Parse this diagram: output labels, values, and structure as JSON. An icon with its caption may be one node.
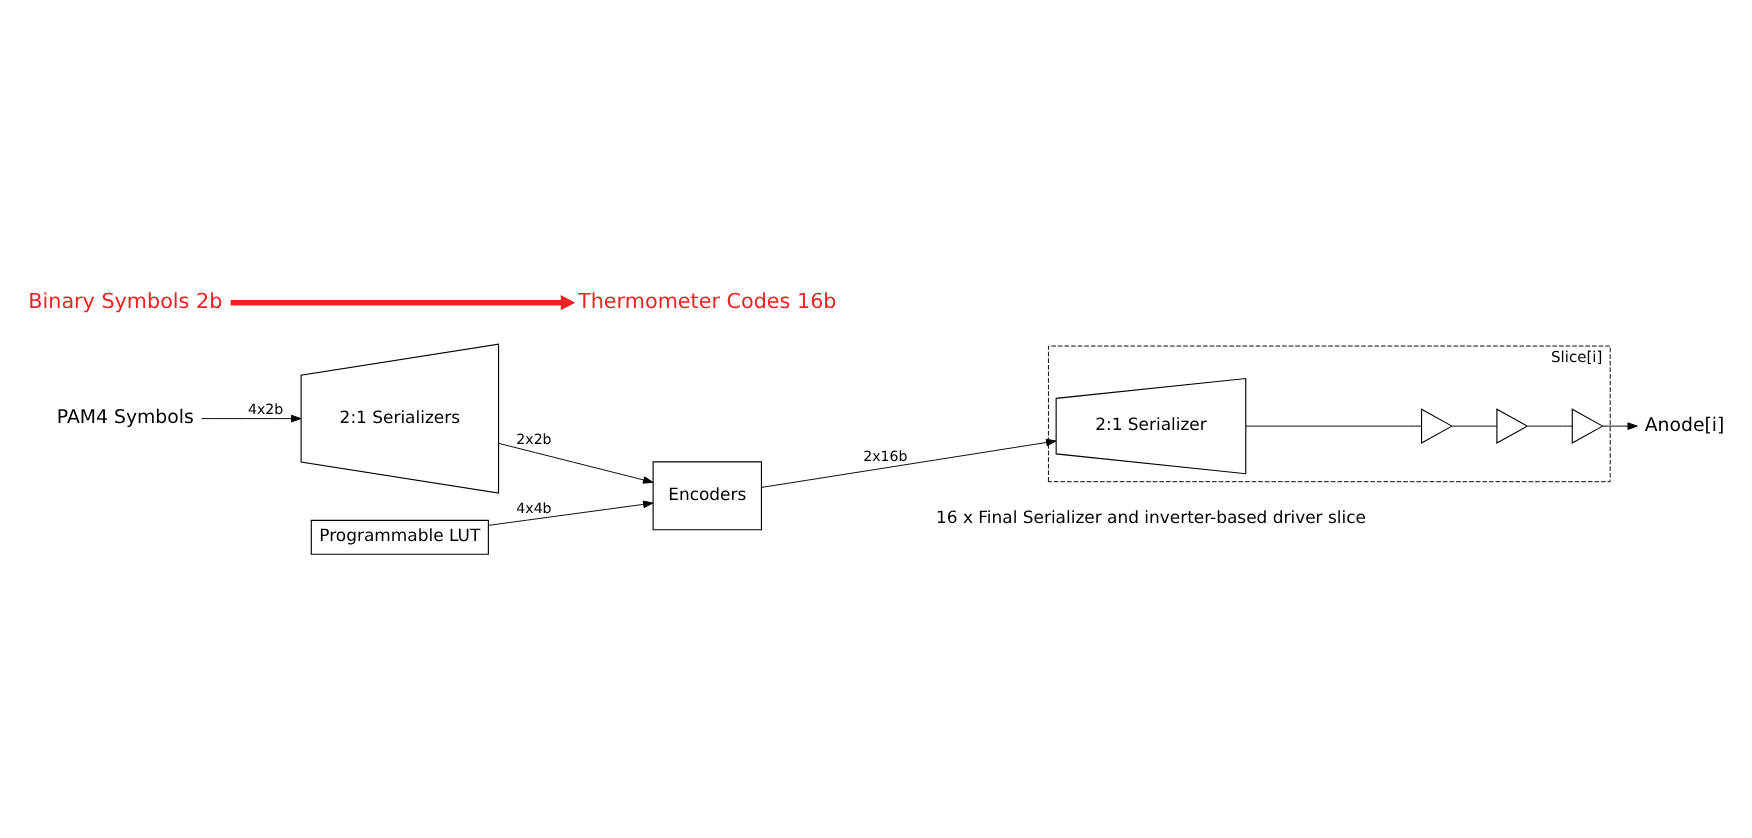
{
  "diagram": {
    "nodes": [
      {
        "text": [
          "PAM4 Symbols"
        ]
      },
      {
        "text": [
          "2:1 Serializers"
        ]
      },
      {
        "text": [
          "Encoders"
        ]
      },
      {
        "text": [
          "Programmable LUT"
        ]
      },
      {
        "text": [
          "Slice[i]"
        ],
        "beside": [
          "16 x Final Serializer and inverter-based driver slice"
        ]
      },
      {
        "text": [
          "2:1 Serializer"
        ],
        "in": 4
      },
      {
        "text": [],
        "shape": "triangle",
        "in": 4
      },
      {
        "text": [],
        "shape": "triangle",
        "in": 4
      },
      {
        "text": [],
        "shape": "triangle",
        "in": 4
      },
      {
        "text": [
          "Anode[i]"
        ]
      },
      {
        "text": [
          "Binary Symbols 2b"
        ]
      },
      {
        "text": [
          "Thermometer Codes 16b"
        ]
      }
    ],
    "edges": [
      {
        "from": 0,
        "to": 1,
        "arrow": "to",
        "label": "4x2b"
      },
      {
        "from": 1,
        "to": 2,
        "arrow": "to",
        "label": "2x2b"
      },
      {
        "from": 3,
        "to": 2,
        "arrow": "to",
        "label": "4x4b"
      },
      {
        "from": 2,
        "to": 5,
        "arrow": "to",
        "label": "2x16b"
      },
      {
        "from": 5,
        "to": 6,
        "arrow": "none"
      },
      {
        "from": 6,
        "to": 7,
        "arrow": "none"
      },
      {
        "from": 7,
        "to": 8,
        "arrow": "none"
      },
      {
        "from": 8,
        "to": 9,
        "arrow": "to"
      },
      {
        "from": 10,
        "to": 11,
        "arrow": "to",
        "style": "thick",
        "color": "#ee2222"
      }
    ]
  }
}
